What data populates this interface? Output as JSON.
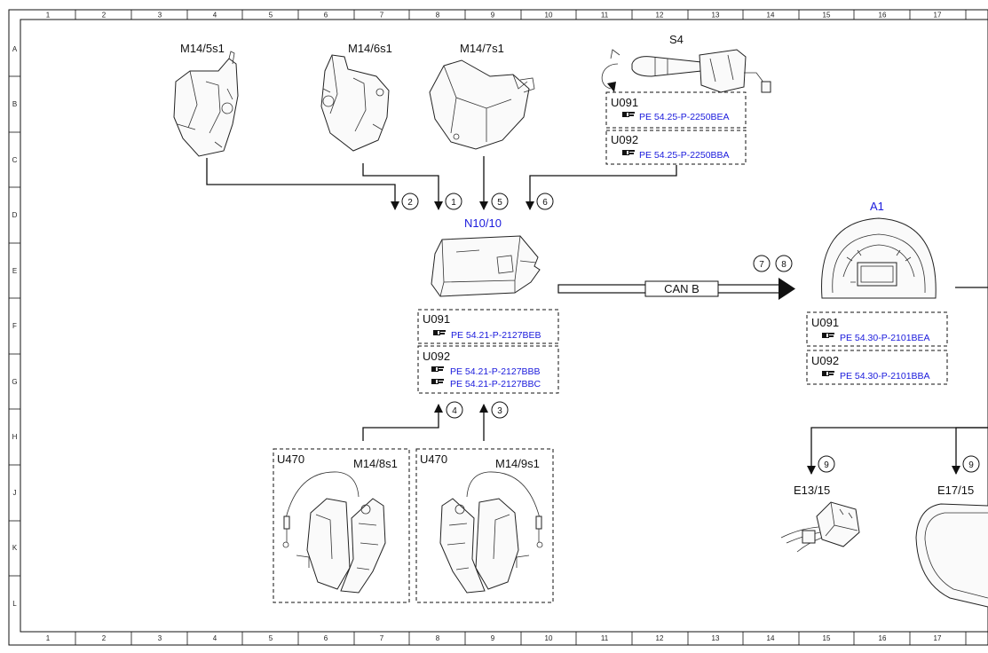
{
  "grid": {
    "columns": [
      "1",
      "2",
      "3",
      "4",
      "5",
      "6",
      "7",
      "8",
      "9",
      "10",
      "11",
      "12",
      "13",
      "14",
      "15",
      "16",
      "17"
    ],
    "rows": [
      "A",
      "B",
      "C",
      "D",
      "E",
      "F",
      "G",
      "H",
      "J",
      "K",
      "L"
    ]
  },
  "components": {
    "m14_5s1": "M14/5s1",
    "m14_6s1": "M14/6s1",
    "m14_7s1": "M14/7s1",
    "s4": "S4",
    "n10_10": "N10/10",
    "a1": "A1",
    "m14_8s1": "M14/8s1",
    "m14_9s1": "M14/9s1",
    "e13_15": "E13/15",
    "e17_15": "E17/15"
  },
  "refboxes": {
    "s4": [
      {
        "code": "U091",
        "refs": [
          "PE 54.25-P-2250BEA"
        ]
      },
      {
        "code": "U092",
        "refs": [
          "PE 54.25-P-2250BBA"
        ]
      }
    ],
    "n10": [
      {
        "code": "U091",
        "refs": [
          "PE 54.21-P-2127BEB"
        ]
      },
      {
        "code": "U092",
        "refs": [
          "PE 54.21-P-2127BBB",
          "PE 54.21-P-2127BBC"
        ]
      }
    ],
    "a1": [
      {
        "code": "U091",
        "refs": [
          "PE 54.30-P-2101BEA"
        ]
      },
      {
        "code": "U092",
        "refs": [
          "PE 54.30-P-2101BBA"
        ]
      }
    ],
    "u470_left": "U470",
    "u470_right": "U470"
  },
  "bus": {
    "label": "CAN B"
  },
  "signals": {
    "s1": "1",
    "s2": "2",
    "s3": "3",
    "s4": "4",
    "s5": "5",
    "s6": "6",
    "s7": "7",
    "s8": "8",
    "s9a": "9",
    "s9b": "9"
  },
  "icons": {
    "reference": "hand-pointer-icon"
  }
}
